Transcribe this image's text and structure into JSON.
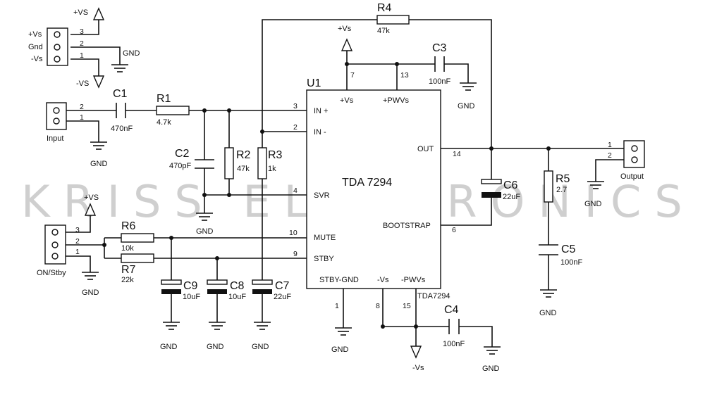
{
  "watermark": "KRISS ELECTRONICS",
  "ic": {
    "ref": "U1",
    "name": "TDA 7294",
    "part": "TDA7294",
    "pins": {
      "in_plus": "IN +",
      "in_minus": "IN -",
      "svr": "SVR",
      "mute": "MUTE",
      "stby": "STBY",
      "vs": "+Vs",
      "pwvs": "+PWVs",
      "out": "OUT",
      "bootstrap": "BOOTSTRAP",
      "stby_gnd": "STBY-GND",
      "neg_vs": "-Vs",
      "neg_pwvs": "-PWVs"
    },
    "pin_numbers": {
      "in_plus": "3",
      "in_minus": "2",
      "svr": "4",
      "mute": "10",
      "stby": "9",
      "vs": "7",
      "pwvs": "13",
      "out": "14",
      "bootstrap": "6",
      "stby_gnd": "1",
      "neg_vs": "8",
      "neg_pwvs": "15"
    }
  },
  "components": {
    "R1": {
      "ref": "R1",
      "value": "4.7k"
    },
    "R2": {
      "ref": "R2",
      "value": "47k"
    },
    "R3": {
      "ref": "R3",
      "value": "1k"
    },
    "R4": {
      "ref": "R4",
      "value": "47k"
    },
    "R5": {
      "ref": "R5",
      "value": "2.7"
    },
    "R6": {
      "ref": "R6",
      "value": "10k"
    },
    "R7": {
      "ref": "R7",
      "value": "22k"
    },
    "C1": {
      "ref": "C1",
      "value": "470nF"
    },
    "C2": {
      "ref": "C2",
      "value": "470pF"
    },
    "C3": {
      "ref": "C3",
      "value": "100nF"
    },
    "C4": {
      "ref": "C4",
      "value": "100nF"
    },
    "C5": {
      "ref": "C5",
      "value": "100nF"
    },
    "C6": {
      "ref": "C6",
      "value": "22uF"
    },
    "C7": {
      "ref": "C7",
      "value": "22uF"
    },
    "C8": {
      "ref": "C8",
      "value": "10uF"
    },
    "C9": {
      "ref": "C9",
      "value": "10uF"
    }
  },
  "connectors": {
    "power": {
      "pins": [
        "3",
        "2",
        "1"
      ],
      "labels": [
        "+Vs",
        "Gnd",
        "-Vs"
      ]
    },
    "input": {
      "name": "Input",
      "pins": [
        "2",
        "1"
      ]
    },
    "output": {
      "name": "Output",
      "pins": [
        "1",
        "2"
      ]
    },
    "onstby": {
      "name": "ON/Stby",
      "pins": [
        "3",
        "2",
        "1"
      ]
    }
  },
  "nets": {
    "gnd": "GND",
    "pos_vs": "+VS",
    "neg_vs_arrow": "-VS",
    "vs_plus": "+Vs",
    "vs_minus": "-Vs"
  }
}
